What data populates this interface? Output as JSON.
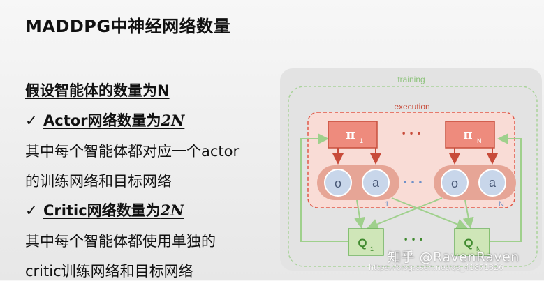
{
  "slide": {
    "title": "MADDPG中神经网络数量",
    "heading": "假设智能体的数量为N",
    "actor": {
      "check": "✓",
      "label": "Actor网络数量为",
      "formula": "2N",
      "desc1": "其中每个智能体都对应一个actor",
      "desc2": "的训练网络和目标网络"
    },
    "critic": {
      "check": "✓",
      "label": "Critic网络数量为",
      "formula": "2N",
      "desc1": "其中每个智能体都使用单独的",
      "desc2": "critic训练网络和目标网络"
    }
  },
  "diagram": {
    "training_label": "training",
    "execution_label": "execution",
    "pi1": "π",
    "pi1_sub": "1",
    "piN": "π",
    "piN_sub": "N",
    "o": "o",
    "a": "a",
    "idx1": "1",
    "idxN": "N",
    "dots": "• • •",
    "q1": "Q",
    "q1_sub": "1",
    "qN": "Q",
    "qN_sub": "N",
    "colors": {
      "training_border": "#a9d39a",
      "execution_border": "#e05a4a",
      "execution_fill": "#f9dcd6",
      "pi_fill": "#ee8b7d",
      "pi_border": "#c8503e",
      "oa_band": "#e6a596",
      "oa_fill": "#c8d6ea",
      "q_fill": "#cfe6b8",
      "q_border": "#6db35a",
      "arrow_red": "#c84b3a",
      "arrow_green": "#9fd08c",
      "dots_blue": "#6f91c9"
    }
  },
  "watermark": {
    "main": "知乎 @RavenRaven",
    "url": "https://blog.csdn.net/qq_41871826"
  }
}
